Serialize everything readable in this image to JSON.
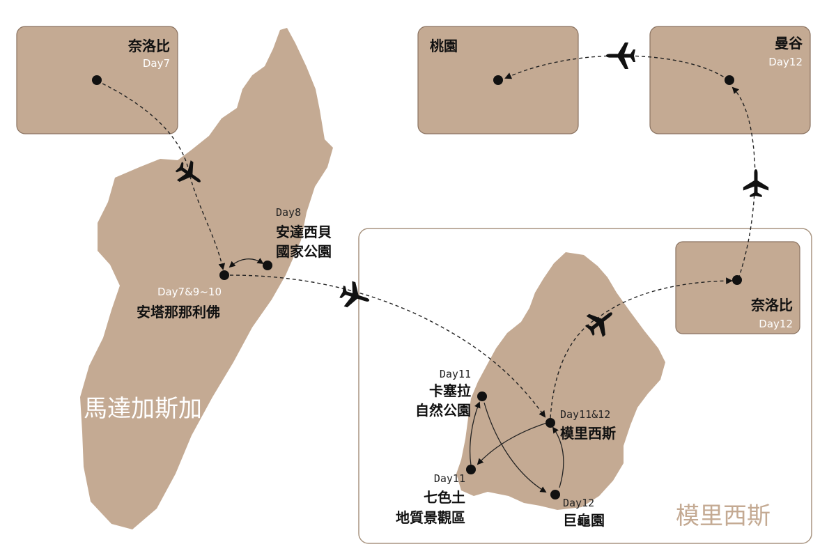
{
  "colors": {
    "land": "#c4aa93",
    "box_border": "#8a7260",
    "frame_border": "#a89480",
    "dot": "#111111",
    "label_light": "#ffffff",
    "label_dark": "#111111"
  },
  "regions": {
    "madagascar_label": "馬達加斯加",
    "mauritius_label": "模里西斯"
  },
  "inset_boxes": {
    "nairobi_day7": {
      "name": "奈洛比",
      "day": "Day7"
    },
    "taoyuan": {
      "name": "桃園"
    },
    "bangkok_day12": {
      "name": "曼谷",
      "day": "Day12"
    },
    "nairobi_day12": {
      "name": "奈洛比",
      "day": "Day12"
    }
  },
  "stops": {
    "antananarivo": {
      "day": "Day7&9~10",
      "name": "安塔那那利佛"
    },
    "andasibe": {
      "day": "Day8",
      "line1": "安達西貝",
      "line2": "國家公園"
    },
    "port_louis": {
      "day": "Day11&12",
      "name": "模里西斯"
    },
    "casela": {
      "day": "Day11",
      "line1": "卡塞拉",
      "line2": "自然公園"
    },
    "chamarel": {
      "day": "Day11",
      "line1": "七色土",
      "line2": "地質景觀區"
    },
    "tortoise_park": {
      "day": "Day12",
      "name": "巨龜園"
    }
  },
  "icons": [
    "airplane-icon"
  ]
}
